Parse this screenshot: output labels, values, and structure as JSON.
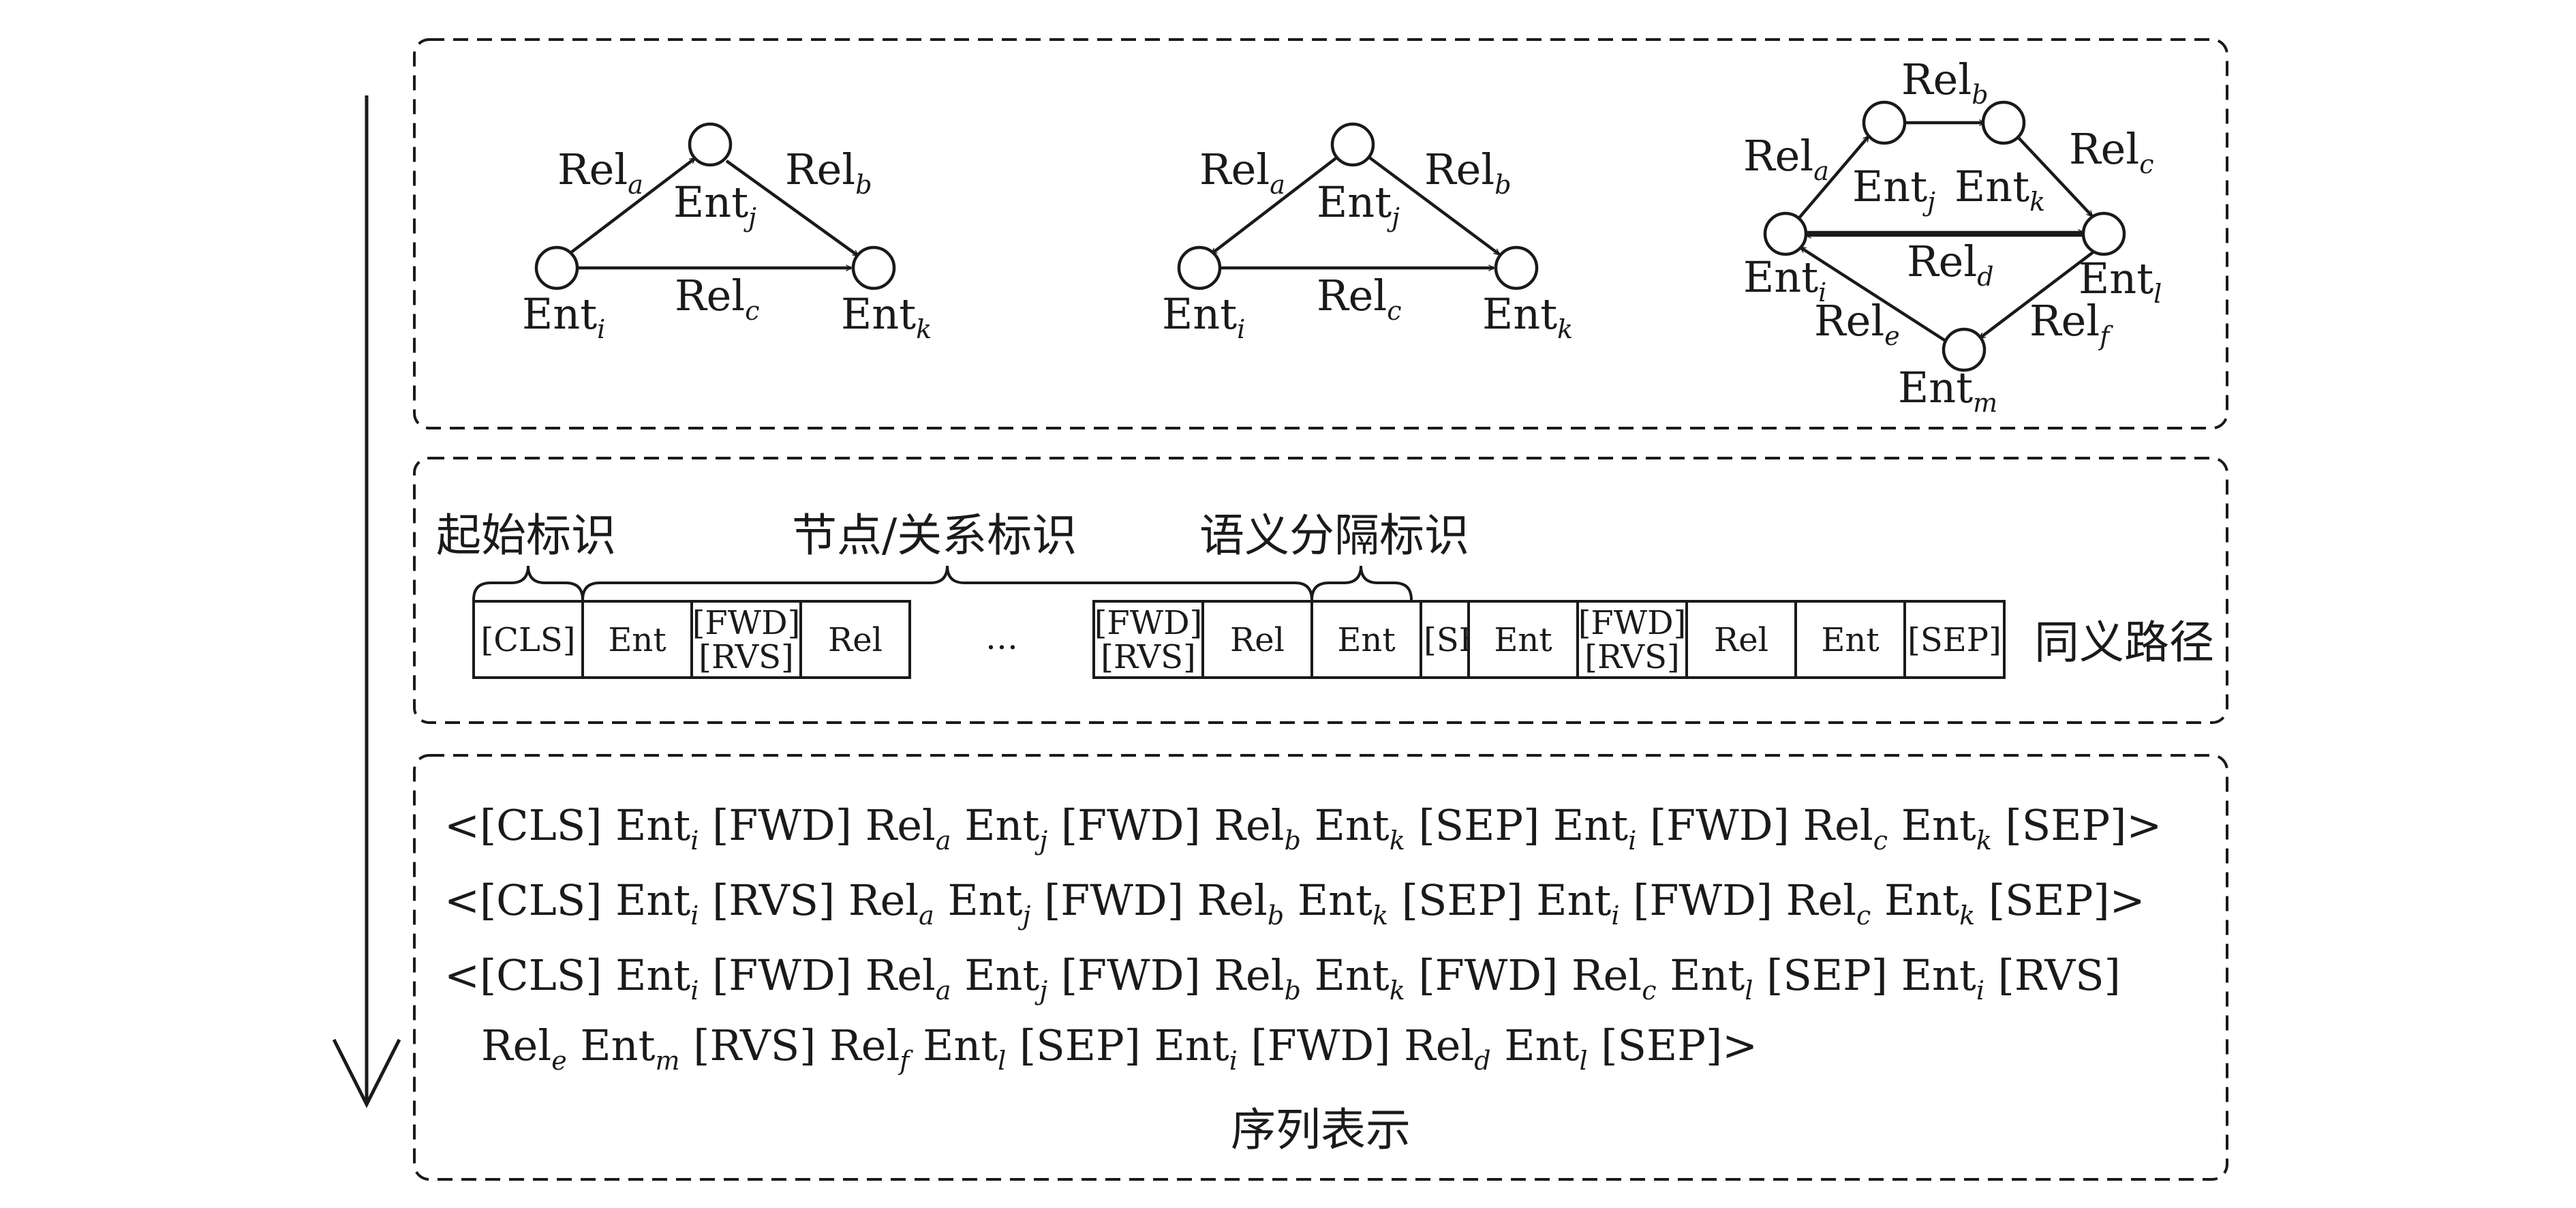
{
  "graphs": {
    "graph1": {
      "nodes": {
        "i": {
          "label": "Ent",
          "sub": "i"
        },
        "j": {
          "label": "Ent",
          "sub": "j"
        },
        "k": {
          "label": "Ent",
          "sub": "k"
        }
      },
      "edges": {
        "a": {
          "label": "Rel",
          "sub": "a"
        },
        "b": {
          "label": "Rel",
          "sub": "b"
        },
        "c": {
          "label": "Rel",
          "sub": "c"
        }
      }
    },
    "graph2": {
      "nodes": {
        "i": {
          "label": "Ent",
          "sub": "i"
        },
        "j": {
          "label": "Ent",
          "sub": "j"
        },
        "k": {
          "label": "Ent",
          "sub": "k"
        }
      },
      "edges": {
        "a": {
          "label": "Rel",
          "sub": "a"
        },
        "b": {
          "label": "Rel",
          "sub": "b"
        },
        "c": {
          "label": "Rel",
          "sub": "c"
        }
      }
    },
    "graph3": {
      "nodes": {
        "i": {
          "label": "Ent",
          "sub": "i"
        },
        "j": {
          "label": "Ent",
          "sub": "j"
        },
        "k": {
          "label": "Ent",
          "sub": "k"
        },
        "l": {
          "label": "Ent",
          "sub": "l"
        },
        "m": {
          "label": "Ent",
          "sub": "m"
        }
      },
      "edges": {
        "a": {
          "label": "Rel",
          "sub": "a"
        },
        "b": {
          "label": "Rel",
          "sub": "b"
        },
        "c": {
          "label": "Rel",
          "sub": "c"
        },
        "d": {
          "label": "Rel",
          "sub": "d"
        },
        "e": {
          "label": "Rel",
          "sub": "e"
        },
        "f": {
          "label": "Rel",
          "sub": "f"
        }
      }
    }
  },
  "token_section": {
    "labels": {
      "start": "起始标识",
      "node_relation": "节点/关系标识",
      "separator": "语义分隔标识",
      "synonym_path": "同义路径"
    },
    "main_sequence": [
      "[CLS]",
      "Ent",
      "[FWD]|[RVS]",
      "Rel",
      "…",
      "[FWD]|[RVS]",
      "Rel",
      "Ent",
      "[SEP]"
    ],
    "synonym_sequence": [
      "Ent",
      "[FWD]|[RVS]",
      "Rel",
      "Ent",
      "[SEP]"
    ]
  },
  "sequence_section": {
    "lines": [
      [
        [
          "<[CLS] Ent",
          ""
        ],
        [
          "i",
          " [FWD] Rel"
        ],
        [
          "a",
          "  Ent"
        ],
        [
          "j",
          " [FWD] Rel"
        ],
        [
          "b",
          "  Ent"
        ],
        [
          "k",
          " [SEP] Ent"
        ],
        [
          "i",
          " [FWD] Rel"
        ],
        [
          "c",
          "  Ent"
        ],
        [
          "k",
          " [SEP]>"
        ]
      ],
      [
        [
          "<[CLS] Ent",
          ""
        ],
        [
          "i",
          " [RVS] Rel"
        ],
        [
          "a",
          "  Ent"
        ],
        [
          "j",
          " [FWD] Rel"
        ],
        [
          "b",
          "  Ent"
        ],
        [
          "k",
          " [SEP] Ent"
        ],
        [
          "i",
          " [FWD] Rel"
        ],
        [
          "c",
          "  Ent"
        ],
        [
          "k",
          " [SEP]>"
        ]
      ],
      [
        [
          "<[CLS] Ent",
          ""
        ],
        [
          "i",
          " [FWD] Rel"
        ],
        [
          "a",
          "  Ent"
        ],
        [
          "j",
          " [FWD] Rel"
        ],
        [
          "b",
          "  Ent"
        ],
        [
          "k",
          " [FWD] Rel"
        ],
        [
          "c",
          "  Ent"
        ],
        [
          "l",
          " [SEP] Ent"
        ],
        [
          "i",
          " [RVS]"
        ]
      ],
      [
        [
          "Rel",
          ""
        ],
        [
          "e",
          " Ent"
        ],
        [
          "m",
          "  [RVS] Rel"
        ],
        [
          "f",
          "  Ent"
        ],
        [
          "l",
          " [SEP] Ent"
        ],
        [
          "i",
          " [FWD] Rel"
        ],
        [
          "d",
          "  Ent"
        ],
        [
          "l",
          " [SEP]>"
        ]
      ]
    ],
    "caption": "序列表示"
  }
}
